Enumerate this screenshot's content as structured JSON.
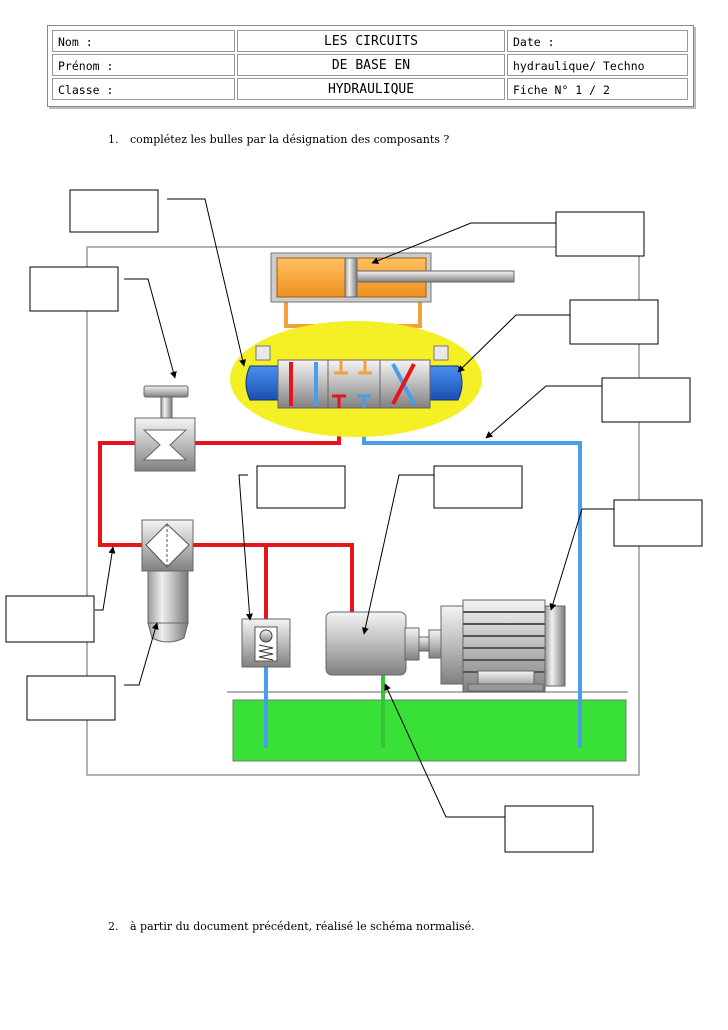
{
  "header": {
    "nom": "Nom :",
    "prenom": "Prénom :",
    "classe": "Classe :",
    "title_line1": "LES CIRCUITS",
    "title_line2": "DE BASE EN",
    "title_line3": "HYDRAULIQUE",
    "date": "Date :",
    "subject": "hydraulique/ Techno",
    "sheet": "Fiche N° 1 / 2"
  },
  "questions": [
    {
      "number": "1.",
      "text": "complétez les bulles par la désignation des composants ?"
    },
    {
      "number": "2.",
      "text": "à partir du document précédent, réalisé le schéma normalisé."
    }
  ],
  "colors": {
    "pressure_line": "#e8141c",
    "return_line": "#4a9de8",
    "cylinder_line": "#f2a23c",
    "suction_line": "#37c537",
    "tank_fluid": "#38e038",
    "valve_highlight": "#f5ef25",
    "solenoid": "#2a6fd6"
  }
}
